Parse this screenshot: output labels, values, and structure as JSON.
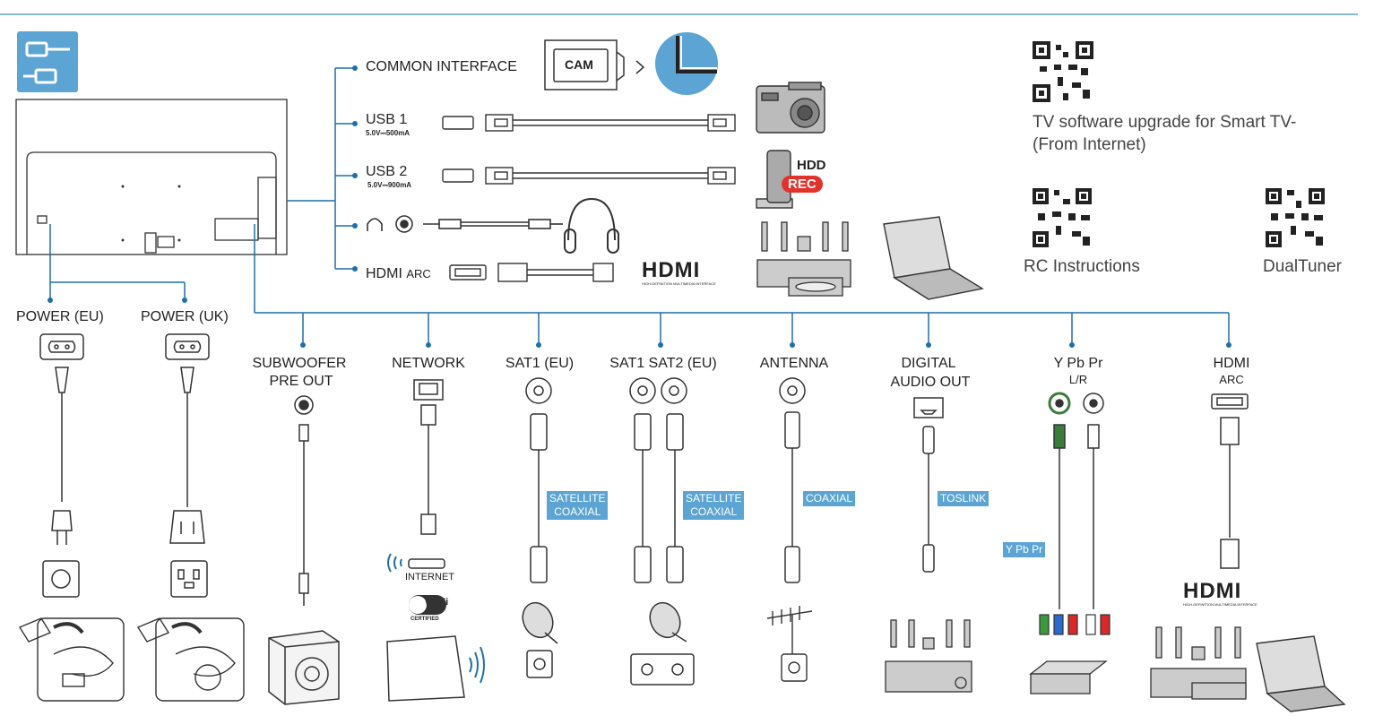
{
  "colors": {
    "accent": "#5ba4d4",
    "line": "#1f6fa8",
    "rec": "#e3322b"
  },
  "top_connectors": {
    "common_interface": "COMMON INTERFACE",
    "cam": "CAM",
    "usb1": "USB 1",
    "usb1_power": "5.0V⎓500mA",
    "usb2": "USB 2",
    "usb2_power": "5.0V⎓900mA",
    "hdmi": "HDMI",
    "arc": "ARC"
  },
  "devices": {
    "hdd": "HDD",
    "rec": "REC",
    "hdmi_logo": "HDMI",
    "hdmi_logo_sub": "HIGH-DEFINITION MULTIMEDIA INTERFACE"
  },
  "qr": {
    "upgrade_line1": "TV software upgrade for Smart TV-",
    "upgrade_line2": "(From Internet)",
    "rc": "RC Instructions",
    "dualtuner": "DualTuner"
  },
  "power": {
    "eu": "POWER (EU)",
    "uk": "POWER (UK)"
  },
  "bottom_connectors": {
    "subwoofer1": "SUBWOOFER",
    "subwoofer2": "PRE OUT",
    "network": "NETWORK",
    "sat1": "SAT1 (EU)",
    "sat12": "SAT1  SAT2 (EU)",
    "antenna": "ANTENNA",
    "digital1": "DIGITAL",
    "digital2": "AUDIO OUT",
    "ypbpr": "Y Pb Pr",
    "lr": "L/R",
    "hdmi": "HDMI",
    "arc": "ARC"
  },
  "tags": {
    "sat_coax1_a": "SATELLITE",
    "sat_coax1_b": "COAXIAL",
    "sat_coax2_a": "SATELLITE",
    "sat_coax2_b": "COAXIAL",
    "coaxial": "COAXIAL",
    "toslink": "TOSLINK",
    "ypbpr": "Y Pb Pr"
  },
  "network": {
    "internet": "INTERNET",
    "wifi": "Wi Fi",
    "wifi_cert": "CERTIFIED"
  }
}
